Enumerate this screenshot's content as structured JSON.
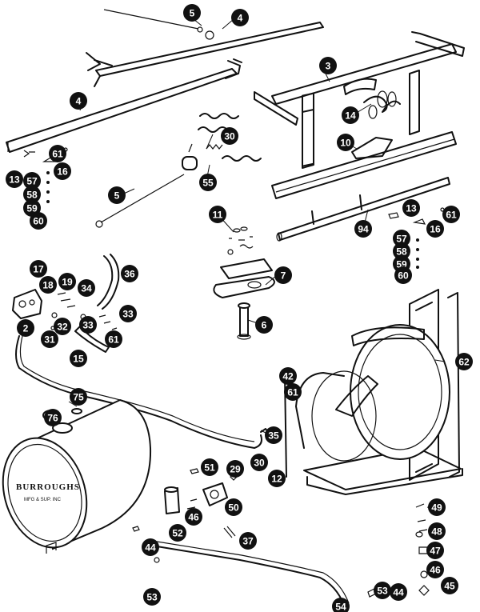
{
  "diagram": {
    "brand_label": "BURROUGHS",
    "brand_sub": "MFG & SUP. INC",
    "callouts": [
      "5",
      "4",
      "4",
      "3",
      "14",
      "30",
      "61",
      "16",
      "13",
      "57",
      "58",
      "59",
      "60",
      "10",
      "55",
      "5",
      "11",
      "13",
      "61",
      "94",
      "57",
      "16",
      "58",
      "59",
      "60",
      "7",
      "6",
      "17",
      "36",
      "18",
      "19",
      "34",
      "33",
      "32",
      "33",
      "31",
      "61",
      "2",
      "15",
      "62",
      "42",
      "61",
      "75",
      "76",
      "35",
      "12",
      "30",
      "51",
      "29",
      "50",
      "52",
      "46",
      "37",
      "44",
      "53",
      "54",
      "53",
      "44",
      "49",
      "48",
      "47",
      "46",
      "45"
    ]
  }
}
